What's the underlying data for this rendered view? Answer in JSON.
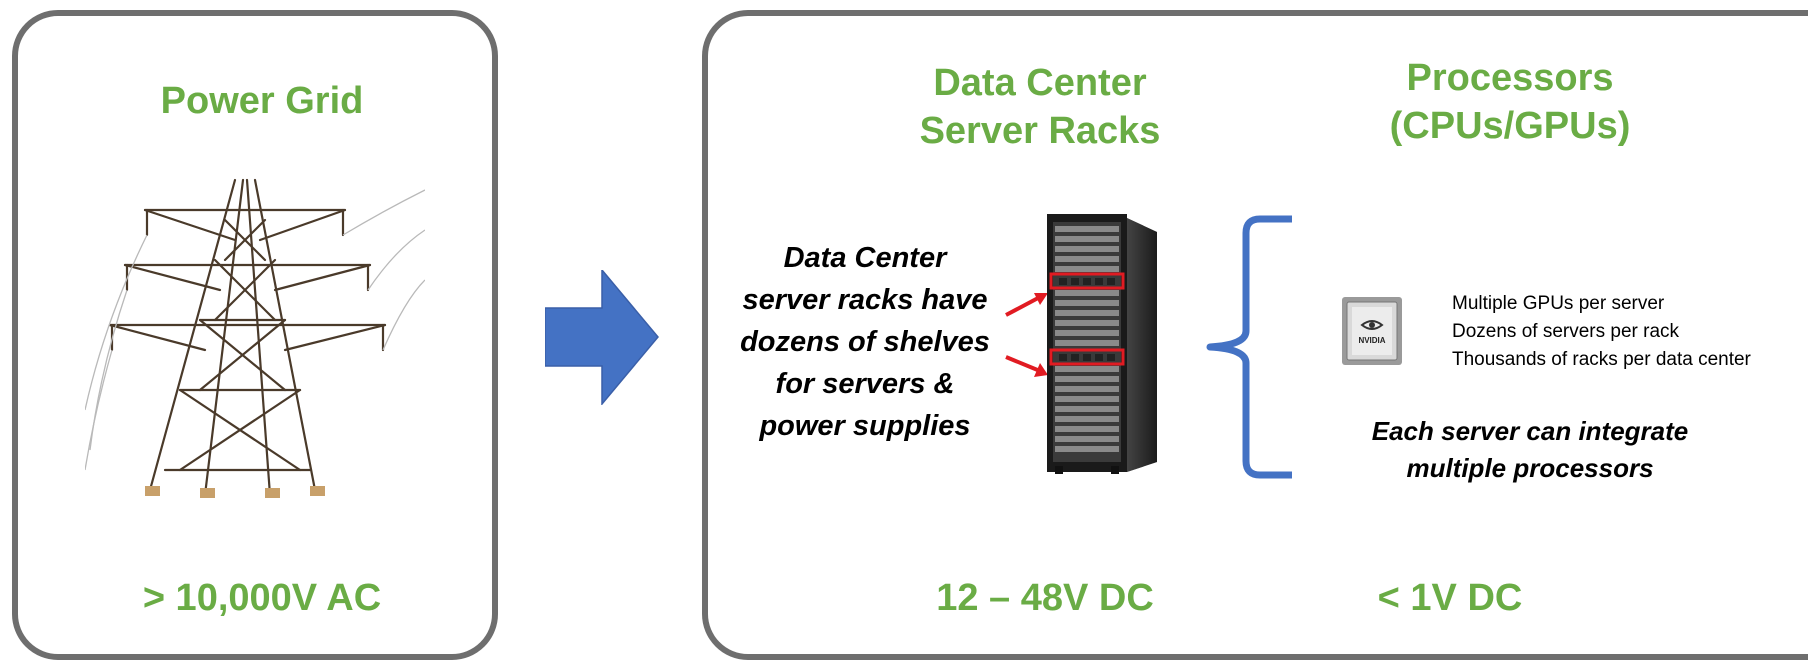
{
  "power_grid": {
    "title": "Power Grid",
    "voltage": "> 10,000V AC"
  },
  "server_racks": {
    "title_line1": "Data Center",
    "title_line2": "Server Racks",
    "description": [
      "Data Center",
      "server racks have",
      "dozens of shelves",
      "for servers &",
      "power supplies"
    ],
    "voltage": "12 – 48V DC"
  },
  "processors": {
    "title_line1": "Processors",
    "title_line2": "(CPUs/GPUs)",
    "chip_brand": "NVIDIA",
    "facts": [
      "Multiple GPUs per server",
      "Dozens of servers per rack",
      "Thousands of racks per data center"
    ],
    "note_line1": "Each server can integrate",
    "note_line2": "multiple processors",
    "voltage": "< 1V DC"
  },
  "colors": {
    "accent_green": "#6aac45",
    "arrow_blue": "#4472c4",
    "brace_blue": "#4472c4",
    "highlight_red": "#e11b22",
    "border_gray": "#6e6e6e"
  }
}
